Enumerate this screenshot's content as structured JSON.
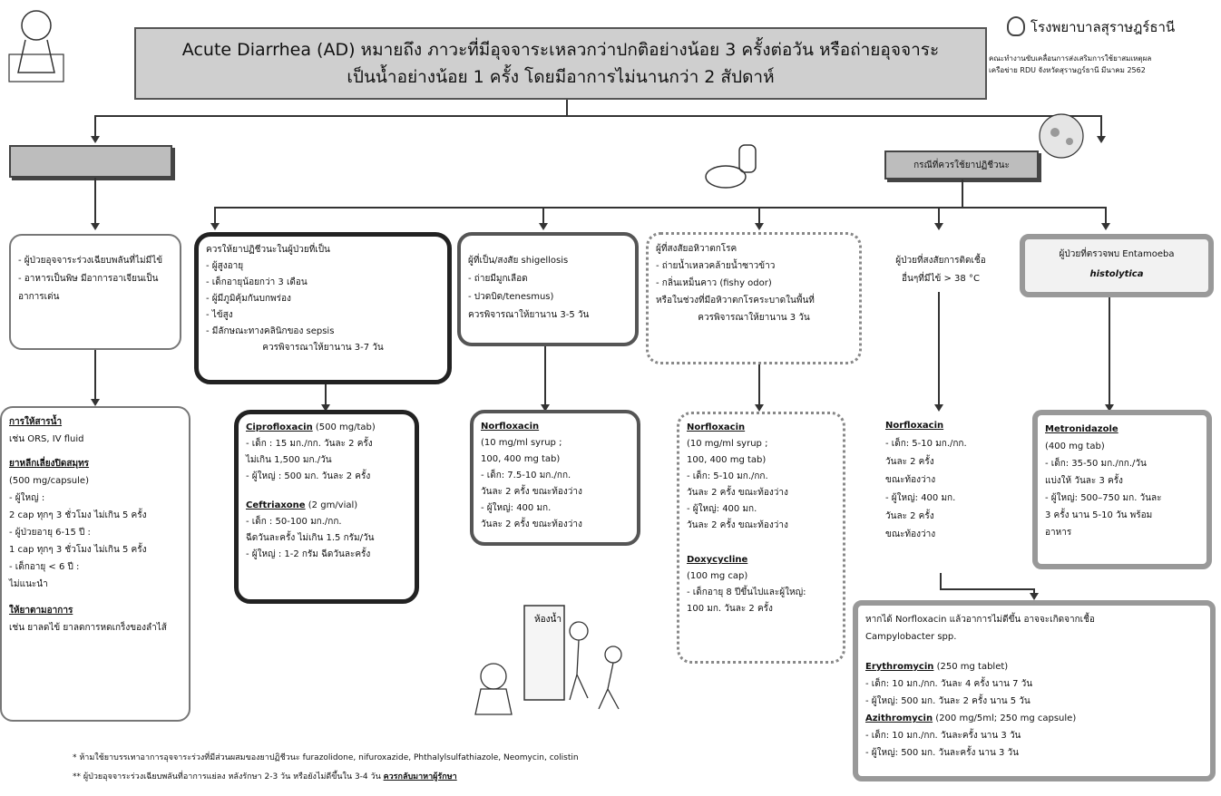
{
  "header": {
    "title_line1": "Acute Diarrhea (AD) หมายถึง ภาวะที่มีอุจจาระเหลวกว่าปกติอย่างน้อย 3 ครั้งต่อวัน หรือถ่ายอุจจาระ",
    "title_line2": "เป็นน้ำอย่างน้อย 1 ครั้ง โดยมีอาการไม่นานกว่า 2 สัปดาห์",
    "org_name": "โรงพยาบาลสุราษฎร์ธานี",
    "credit_line1": "คณะทำงานขับเคลื่อนการส่งเสริมการใช้ยาสมเหตุผล",
    "credit_line2": "เครือข่าย RDU จังหวัดสุราษฎร์ธานี มีนาคม 2562"
  },
  "categories": {
    "left": "",
    "right": "กรณีที่ควรใช้ยาปฏิชีวนะ"
  },
  "indications": {
    "no_abx": [
      "- ผู้ป่วยอุจจาระร่วงเฉียบพลันที่ไม่มีไข้",
      "- อาหารเป็นพิษ มีอาการอาเจียนเป็นอาการเด่น"
    ],
    "high_risk_title": "ควรให้ยาปฏิชีวนะในผู้ป่วยที่เป็น",
    "high_risk": [
      "- ผู้สูงอายุ",
      "- เด็กอายุน้อยกว่า 3 เดือน",
      "- ผู้มีภูมิคุ้มกันบกพร่อง",
      "- ไข้สูง",
      "- มีลักษณะทางคลินิกของ sepsis"
    ],
    "high_risk_duration": "ควรพิจารณาให้ยานาน 3-7 วัน",
    "shigella_title": "ผู้ที่เป็น/สงสัย shigellosis",
    "shigella": [
      "- ถ่ายมีมูกเลือด",
      "- ปวดบิด/tenesmus)"
    ],
    "shigella_duration": "ควรพิจารณาให้ยานาน 3-5 วัน",
    "cholera_title": "ผู้ที่สงสัยอหิวาตกโรค",
    "cholera": [
      "- ถ่ายน้ำเหลวคล้ายน้ำซาวข้าว",
      "- กลิ่นเหม็นคาว (fishy odor)",
      "หรือในช่วงที่มีอหิวาตกโรคระบาดในพื้นที่"
    ],
    "cholera_duration": "ควรพิจารณาให้ยานาน 3 วัน",
    "fever_line1": "ผู้ป่วยที่สงสัยการติดเชื้อ",
    "fever_line2": "อื่นๆที่มีไข้ > 38 °C",
    "amoeba_line1": "ผู้ป่วยที่ตรวจพบ Entamoeba",
    "amoeba_line2": "histolytica"
  },
  "treatments": {
    "supportive": {
      "h1": "การให้สารน้ำ",
      "l1": "เช่น ORS, IV fluid",
      "h2": "ยาหลีกเลี่ยงปิดสมุทร",
      "l2": "(500 mg/capsule)",
      "lines": [
        "- ผู้ใหญ่ :",
        "2 cap ทุกๆ 3 ชั่วโมง ไม่เกิน 5 ครั้ง",
        "- ผู้ป่วยอายุ 6-15 ปี :",
        "1 cap ทุกๆ 3 ชั่วโมง ไม่เกิน 5 ครั้ง",
        "- เด็กอายุ < 6 ปี :",
        "ไม่แนะนำ"
      ],
      "h3": "ให้ยาตามอาการ",
      "l3": "เช่น ยาลดไข้ ยาลดการหดเกร็งของลำไส้"
    },
    "cipro": {
      "name": "Ciprofloxacin",
      "dose": " (500 mg/tab)",
      "lines": [
        "- เด็ก : 15 มก./กก. วันละ 2 ครั้ง",
        "ไม่เกิน 1,500 มก./วัน",
        "- ผู้ใหญ่ : 500 มก. วันละ 2 ครั้ง"
      ],
      "name2": "Ceftriaxone",
      "dose2": " (2 gm/vial)",
      "lines2": [
        "- เด็ก : 50-100 มก./กก.",
        "ฉีดวันละครั้ง ไม่เกิน 1.5 กรัม/วัน",
        "- ผู้ใหญ่ : 1-2 กรัม ฉีดวันละครั้ง"
      ]
    },
    "norflox_shig": {
      "name": "Norfloxacin",
      "lines": [
        "(10 mg/ml syrup ;",
        "100, 400 mg tab)",
        "- เด็ก: 7.5-10 มก./กก.",
        "วันละ 2 ครั้ง ขณะท้องว่าง",
        "- ผู้ใหญ่: 400 มก.",
        "วันละ 2 ครั้ง ขณะท้องว่าง"
      ]
    },
    "norflox_chol": {
      "name": "Norfloxacin",
      "lines": [
        "(10 mg/ml syrup ;",
        "100, 400 mg tab)",
        "- เด็ก: 5-10 มก./กก.",
        "วันละ 2 ครั้ง ขณะท้องว่าง",
        "- ผู้ใหญ่: 400 มก.",
        "วันละ 2 ครั้ง ขณะท้องว่าง"
      ],
      "name2": "Doxycycline",
      "lines2": [
        "(100 mg cap)",
        "- เด็กอายุ 8 ปีขึ้นไปและผู้ใหญ่:",
        "100 มก. วันละ 2 ครั้ง"
      ]
    },
    "norflox_fever": {
      "name": "Norfloxacin",
      "lines": [
        "- เด็ก: 5-10 มก./กก.",
        "วันละ 2 ครั้ง",
        "ขณะท้องว่าง",
        "- ผู้ใหญ่: 400 มก.",
        "วันละ 2 ครั้ง",
        "ขณะท้องว่าง"
      ]
    },
    "metro": {
      "name": "Metronidazole",
      "lines": [
        "(400 mg tab)",
        "- เด็ก: 35-50 มก./กก./วัน",
        "แบ่งให้ วันละ 3 ครั้ง",
        "- ผู้ใหญ่: 500–750 มก. วันละ",
        "3 ครั้ง นาน 5-10 วัน พร้อม",
        "อาหาร"
      ]
    },
    "campylo": {
      "intro1": "หากได้ Norfloxacin แล้วอาการไม่ดีขึ้น อาจจะเกิดจากเชื้อ",
      "intro2": "Campylobacter spp.",
      "ery": "Erythromycin",
      "ery_dose": " (250 mg tablet)",
      "ery_lines": [
        "- เด็ก: 10 มก./กก. วันละ 4 ครั้ง นาน 7 วัน",
        "- ผู้ใหญ่: 500 มก. วันละ 2 ครั้ง นาน 5 วัน"
      ],
      "azi": "Azithromycin",
      "azi_dose": " (200 mg/5ml; 250 mg capsule)",
      "azi_lines": [
        "- เด็ก: 10 มก./กก. วันละครั้ง นาน 3 วัน",
        "- ผู้ใหญ่: 500 มก. วันละครั้ง นาน 3 วัน"
      ]
    }
  },
  "footnotes": {
    "note1": "* ห้ามใช้ยาบรรเทาอาการอุจจาระร่วงที่มีส่วนผสมของยาปฏิชีวนะ furazolidone, nifuroxazide, Phthalylsulfathiazole, Neomycin, colistin",
    "note2a": "** ผู้ป่วยอุจจาระร่วงเฉียบพลันที่อาการแย่ลง หลังรักษา 2-3 วัน หรือยังไม่ดีขึ้นใน 3-4 วัน ",
    "note2b": "ควรกลับมาหาผู้รักษา"
  },
  "illustration": {
    "door_sign": "ห้องน้ำ"
  }
}
